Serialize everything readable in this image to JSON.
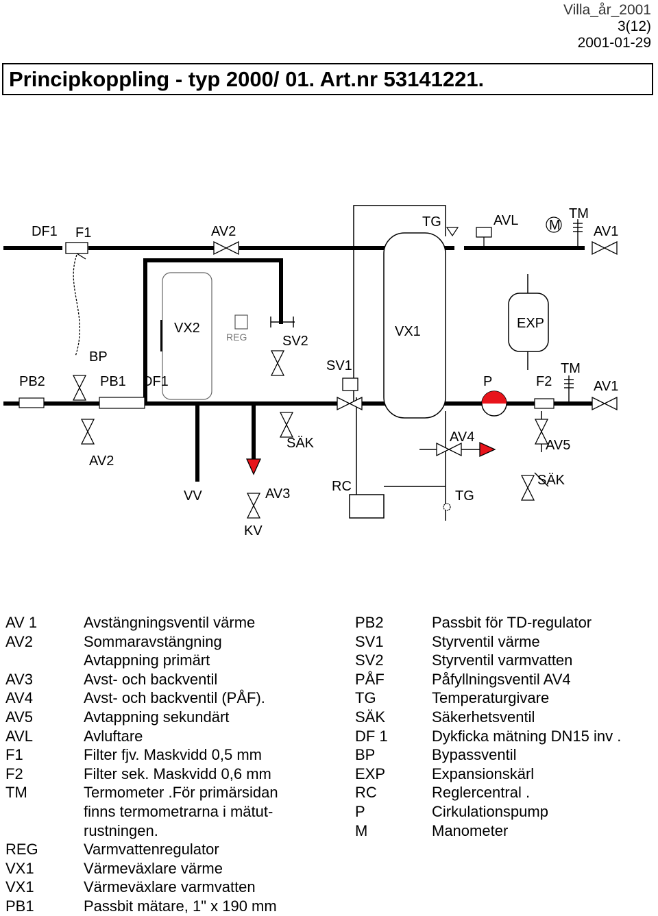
{
  "header": {
    "doc_name": "Villa_år_2001",
    "page": "3(12)",
    "date": "2001-01-29"
  },
  "title": "Principkoppling - typ 2000/ 01. Art.nr 53141221.",
  "diagram_labels": {
    "df1_top": "DF1",
    "f1": "F1",
    "av2_top": "AV2",
    "tg_top": "TG",
    "avl": "AVL",
    "m": "M",
    "tm_top": "TM",
    "av1_top": "AV1",
    "vx2": "VX2",
    "reg": "REG",
    "sv2": "SV2",
    "vx1": "VX1",
    "exp": "EXP",
    "bp": "BP",
    "sv1": "SV1",
    "pb2": "PB2",
    "pb1": "PB1",
    "df1_mid": "DF1",
    "p": "P",
    "f2": "F2",
    "tm_mid": "TM",
    "av1_mid": "AV1",
    "sak_mid": "SÄK",
    "av4": "AV4",
    "av5": "AV5",
    "av2_low": "AV2",
    "sak_low": "SÄK",
    "vv": "VV",
    "av3": "AV3",
    "rc": "RC",
    "tg_low": "TG",
    "kv": "KV"
  },
  "legend_left": [
    {
      "code": "AV 1",
      "desc": "Avstängningsventil värme"
    },
    {
      "code": "AV2",
      "desc": "Sommaravstängning"
    },
    {
      "code": "",
      "desc": "Avtappning primärt"
    },
    {
      "code": "AV3",
      "desc": "Avst- och backventil"
    },
    {
      "code": "AV4",
      "desc": "Avst- och backventil (PÅF)."
    },
    {
      "code": "AV5",
      "desc": "Avtappning sekundärt"
    },
    {
      "code": "AVL",
      "desc": "Avluftare"
    },
    {
      "code": "F1",
      "desc": "Filter fjv. Maskvidd 0,5 mm"
    },
    {
      "code": "F2",
      "desc": "Filter sek. Maskvidd 0,6 mm"
    },
    {
      "code": "TM",
      "desc": "Termometer .För primärsidan"
    },
    {
      "code": "",
      "desc": "finns termometrarna i mätut-"
    },
    {
      "code": "",
      "desc": "rustningen."
    },
    {
      "code": "REG",
      "desc": "Varmvattenregulator"
    },
    {
      "code": "VX1",
      "desc": "Värmeväxlare värme"
    },
    {
      "code": "VX1",
      "desc": "Värmeväxlare varmvatten"
    },
    {
      "code": "PB1",
      "desc": "Passbit mätare, 1\" x 190 mm"
    }
  ],
  "legend_right": [
    {
      "code": "PB2",
      "desc": "Passbit för TD-regulator"
    },
    {
      "code": "SV1",
      "desc": "Styrventil värme"
    },
    {
      "code": "SV2",
      "desc": "Styrventil varmvatten"
    },
    {
      "code": "PÅF",
      "desc": "Påfyllningsventil  AV4"
    },
    {
      "code": "TG",
      "desc": "Temperaturgivare"
    },
    {
      "code": "SÄK",
      "desc": "Säkerhetsventil"
    },
    {
      "code": "DF 1",
      "desc": "Dykficka  mätning DN15 inv ."
    },
    {
      "code": "BP",
      "desc": "Bypassventil"
    },
    {
      "code": "EXP",
      "desc": "Expansionskärl"
    },
    {
      "code": "RC",
      "desc": "Reglercentral ."
    },
    {
      "code": "P",
      "desc": "Cirkulationspump"
    },
    {
      "code": "M",
      "desc": "Manometer"
    }
  ],
  "colors": {
    "valve_red": "#e8141b",
    "line": "#000000",
    "thin_line": "#333333"
  }
}
